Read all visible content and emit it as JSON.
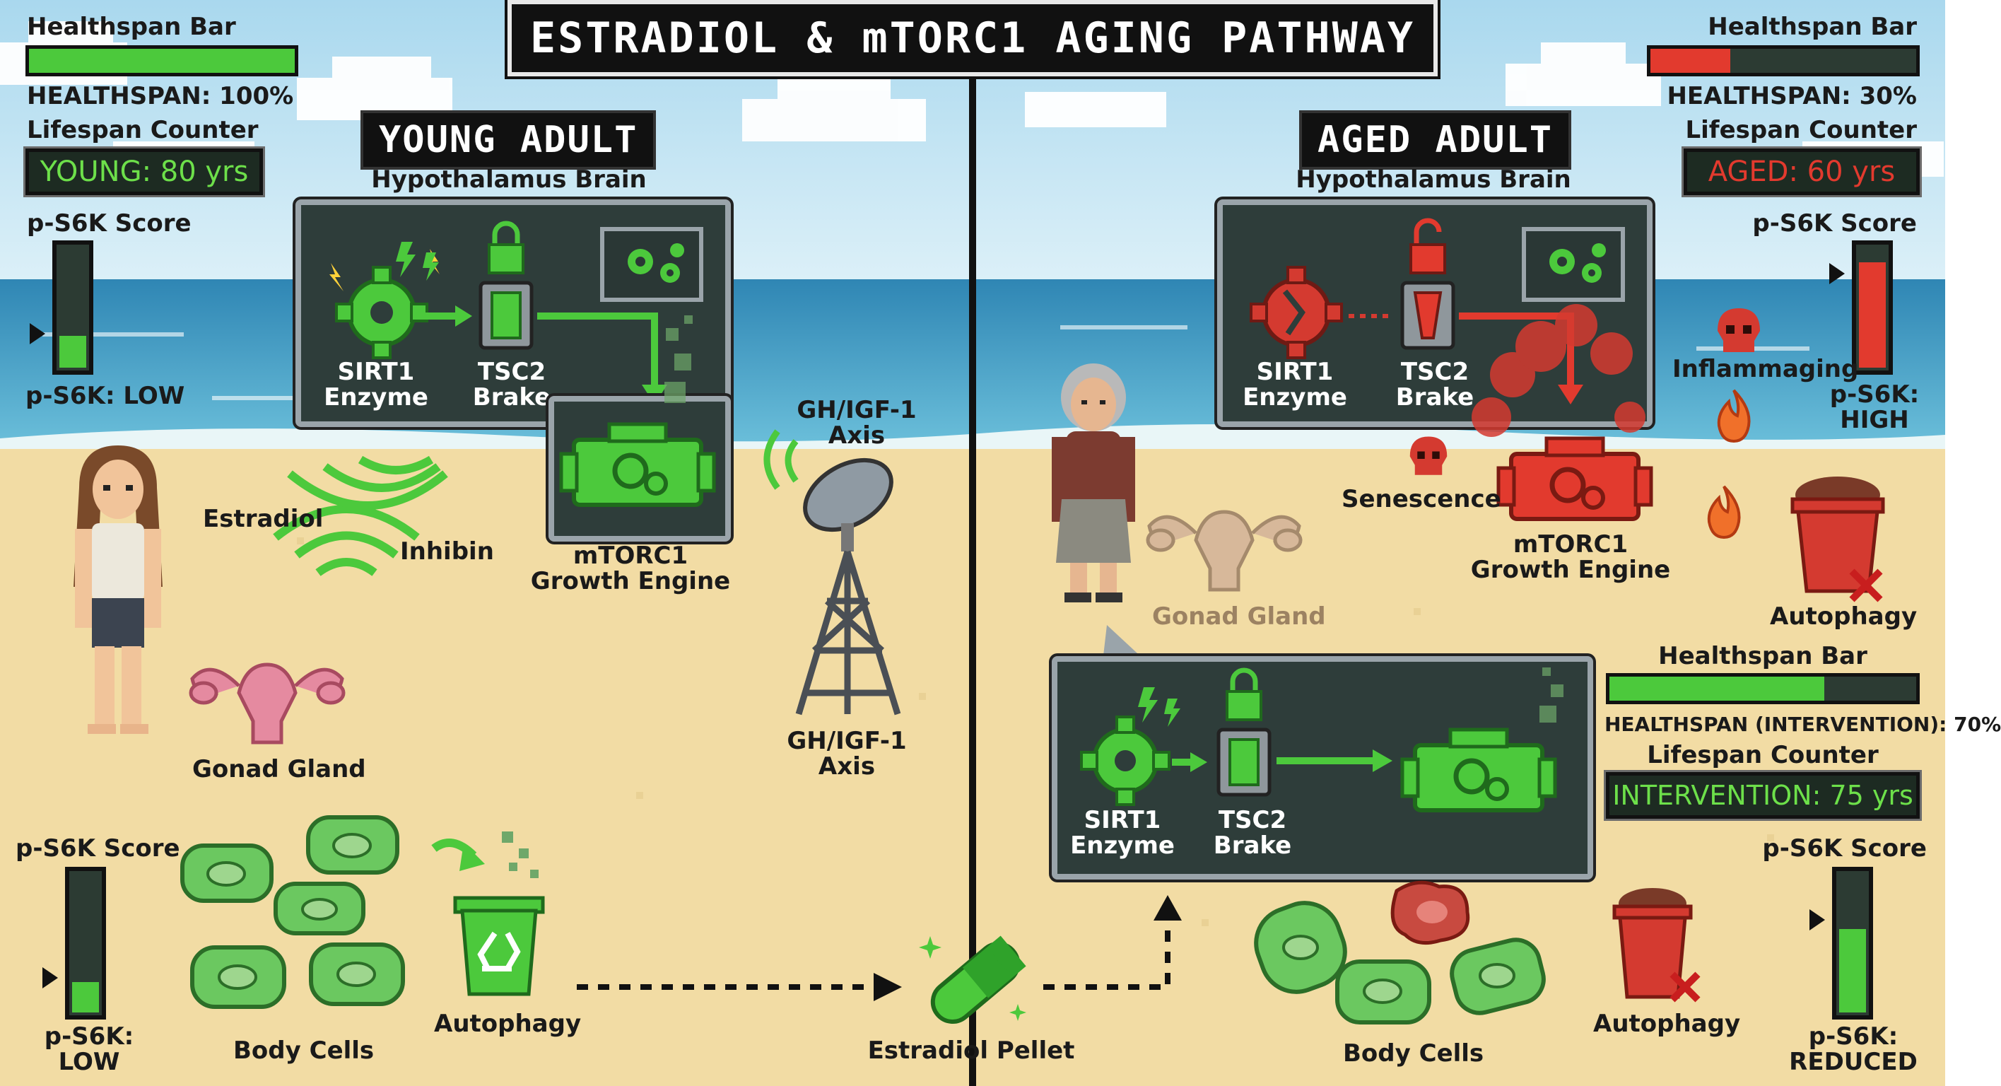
{
  "title": "ESTRADIOL & mTORC1 AGING PATHWAY",
  "colors": {
    "green": "#4cc93c",
    "red": "#e23a2e",
    "sky": "#bfe3f2",
    "sea": "#3e9cc4",
    "sand": "#f0d9a0"
  },
  "young": {
    "ribbon": "YOUNG ADULT",
    "healthspan_label": "Healthspan Bar",
    "healthspan_fraction": 1.0,
    "healthspan_text": "HEALTHSPAN: 100%",
    "lifespan_label": "Lifespan Counter",
    "lifespan_text": "YOUNG: 80 yrs",
    "ps6k_label": "p-S6K Score",
    "ps6k_level": 0.3,
    "ps6k_text": "p-S6K: LOW",
    "brain_label": "Hypothalamus Brain",
    "sirt1": "SIRT1\nEnzyme",
    "tsc2": "TSC2\nBrake",
    "mtorc1": "mTORC1\nGrowth Engine",
    "estradiol": "Estradiol",
    "inhibin": "Inhibin",
    "gh_top": "GH/IGF-1\nAxis",
    "gh_bottom": "GH/IGF-1\nAxis",
    "gonad": "Gonad Gland",
    "cells_ps6k_label": "p-S6K Score",
    "cells_ps6k_level": 0.25,
    "cells_ps6k_text": "p-S6K:\nLOW",
    "body_cells": "Body Cells",
    "autophagy": "Autophagy"
  },
  "center": {
    "pellet": "Estradiol Pellet"
  },
  "aged": {
    "ribbon": "AGED ADULT",
    "healthspan_label": "Healthspan Bar",
    "healthspan_fraction": 0.3,
    "healthspan_text": "HEALTHSPAN: 30%",
    "lifespan_label": "Lifespan Counter",
    "lifespan_text": "AGED: 60 yrs",
    "ps6k_label": "p-S6K Score",
    "ps6k_level": 0.88,
    "ps6k_text": "p-S6K:\nHIGH",
    "brain_label": "Hypothalamus Brain",
    "sirt1": "SIRT1\nEnzyme",
    "tsc2": "TSC2\nBrake",
    "mtorc1": "mTORC1\nGrowth Engine",
    "inflammaging": "Inflammaging",
    "senescence": "Senescence",
    "gonad": "Gonad Gland",
    "autophagy": "Autophagy"
  },
  "intervention": {
    "sirt1": "SIRT1\nEnzyme",
    "tsc2": "TSC2\nBrake",
    "healthspan_label": "Healthspan Bar",
    "healthspan_fraction": 0.7,
    "healthspan_text": "HEALTHSPAN (INTERVENTION): 70%",
    "lifespan_label": "Lifespan Counter",
    "lifespan_text": "INTERVENTION: 75 yrs",
    "ps6k_label": "p-S6K Score",
    "ps6k_level": 0.62,
    "ps6k_text": "p-S6K:\nREDUCED",
    "body_cells": "Body Cells",
    "autophagy": "Autophagy"
  }
}
